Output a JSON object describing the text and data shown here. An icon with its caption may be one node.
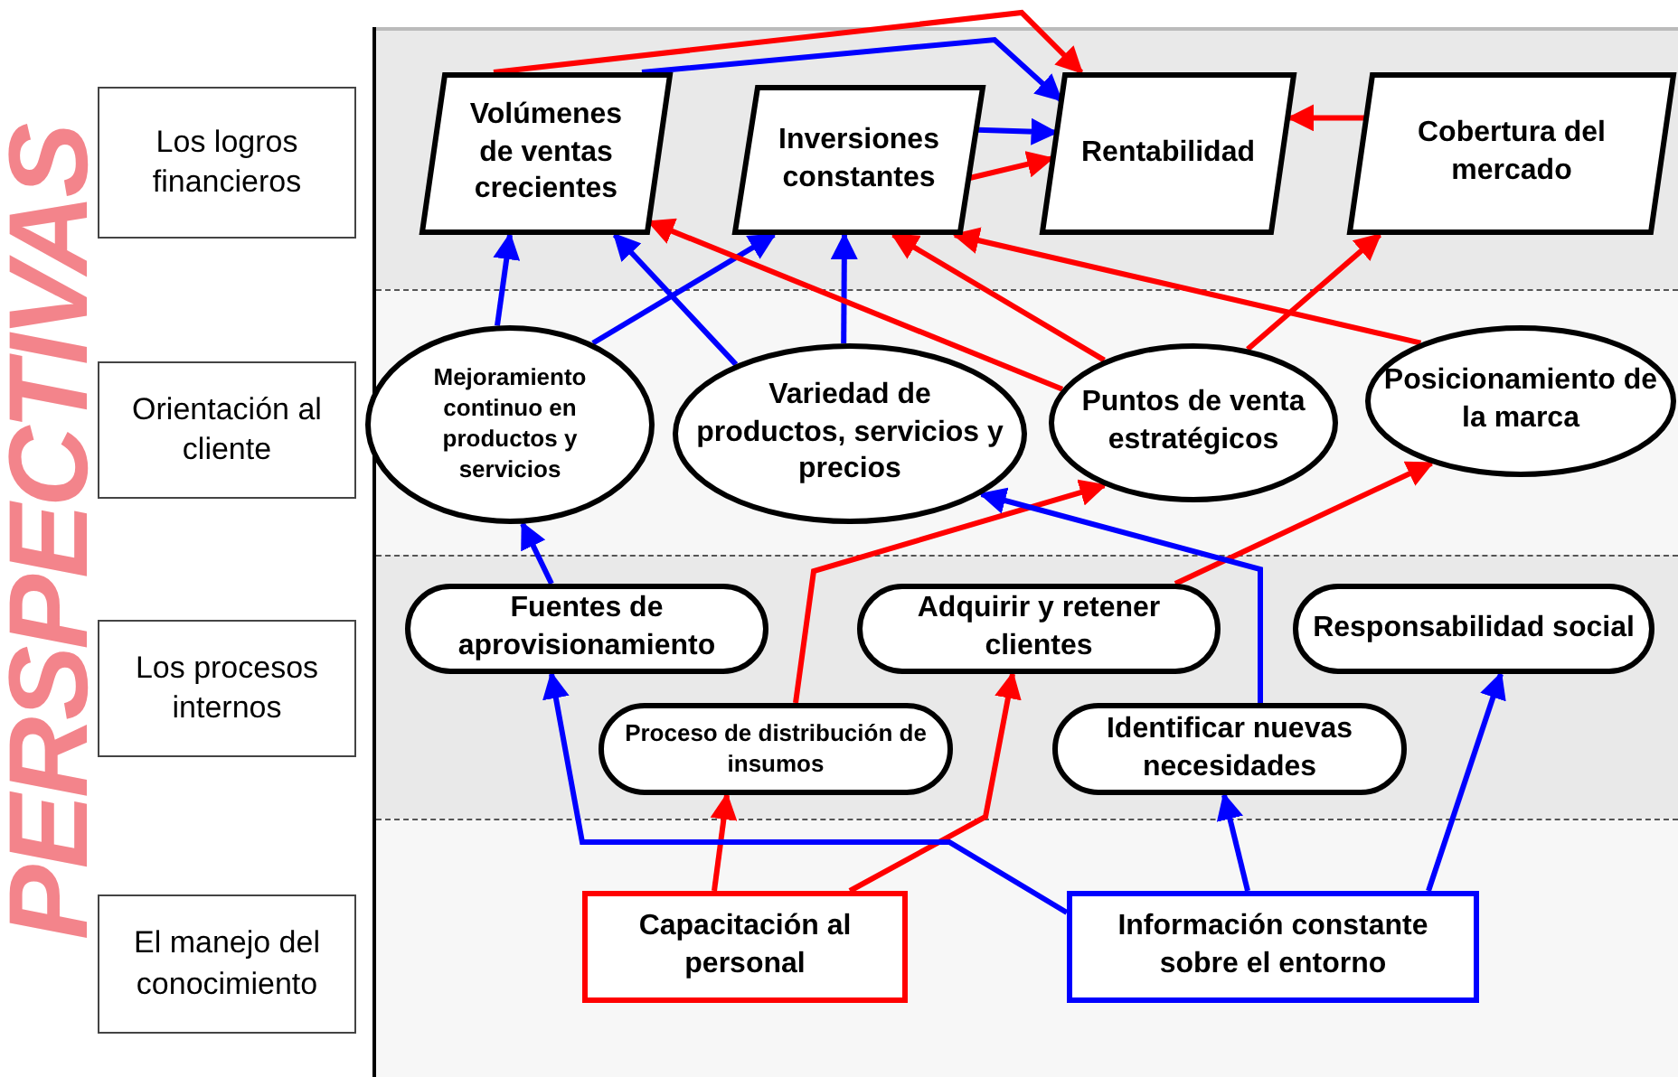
{
  "diagram": {
    "nodes": [
      {
        "text": [
          "Los logros financieros"
        ]
      },
      {
        "text": [
          "Orientación al cliente"
        ]
      },
      {
        "text": [
          "Los procesos internos"
        ]
      },
      {
        "text": [
          "El manejo del conocimiento"
        ]
      },
      {
        "text": [
          "Volúmenes de ventas crecientes"
        ]
      },
      {
        "text": [
          "Inversiones constantes"
        ]
      },
      {
        "text": [
          "Rentabilidad"
        ]
      },
      {
        "text": [
          "Cobertura del mercado"
        ]
      },
      {
        "text": [
          "Mejoramiento continuo en productos y servicios"
        ]
      },
      {
        "text": [
          "Variedad de productos, servicios y precios"
        ]
      },
      {
        "text": [
          "Puntos de venta estratégicos"
        ]
      },
      {
        "text": [
          "Posicionamiento de la marca"
        ]
      },
      {
        "text": [
          "Fuentes de aprovisionamiento"
        ]
      },
      {
        "text": [
          "Adquirir y retener clientes"
        ]
      },
      {
        "text": [
          "Responsabilidad social"
        ]
      },
      {
        "text": [
          "Proceso de distribución de insumos"
        ]
      },
      {
        "text": [
          "Identificar nuevas necesidades"
        ]
      },
      {
        "text": [
          "Capacitación al personal"
        ]
      },
      {
        "text": [
          "Información constante sobre el entorno"
        ]
      }
    ],
    "edges": [
      {
        "from": 4,
        "to": 6,
        "arrow": "to",
        "color": "#ff0000"
      },
      {
        "from": 4,
        "to": 6,
        "arrow": "to",
        "color": "#0000ff"
      },
      {
        "from": 5,
        "to": 6,
        "arrow": "to",
        "color": "#0000ff"
      },
      {
        "from": 5,
        "to": 6,
        "arrow": "to",
        "color": "#ff0000"
      },
      {
        "from": 7,
        "to": 6,
        "arrow": "to",
        "color": "#ff0000"
      },
      {
        "from": 8,
        "to": 4,
        "arrow": "to",
        "color": "#0000ff"
      },
      {
        "from": 9,
        "to": 4,
        "arrow": "to",
        "color": "#0000ff"
      },
      {
        "from": 8,
        "to": 5,
        "arrow": "to",
        "color": "#0000ff"
      },
      {
        "from": 9,
        "to": 5,
        "arrow": "to",
        "color": "#0000ff"
      },
      {
        "from": 10,
        "to": 4,
        "arrow": "to",
        "color": "#ff0000"
      },
      {
        "from": 10,
        "to": 5,
        "arrow": "to",
        "color": "#ff0000"
      },
      {
        "from": 11,
        "to": 5,
        "arrow": "to",
        "color": "#ff0000"
      },
      {
        "from": 10,
        "to": 7,
        "arrow": "to",
        "color": "#ff0000"
      },
      {
        "from": 12,
        "to": 8,
        "arrow": "to",
        "color": "#0000ff"
      },
      {
        "from": 15,
        "to": 10,
        "arrow": "to",
        "color": "#ff0000"
      },
      {
        "from": 13,
        "to": 11,
        "arrow": "to",
        "color": "#ff0000"
      },
      {
        "from": 16,
        "to": 9,
        "arrow": "to",
        "color": "#0000ff"
      },
      {
        "from": 17,
        "to": 15,
        "arrow": "to",
        "color": "#ff0000"
      },
      {
        "from": 17,
        "to": 13,
        "arrow": "to",
        "color": "#ff0000"
      },
      {
        "from": 18,
        "to": 12,
        "arrow": "to",
        "color": "#0000ff"
      },
      {
        "from": 18,
        "to": 16,
        "arrow": "to",
        "color": "#0000ff"
      },
      {
        "from": 18,
        "to": 14,
        "arrow": "to",
        "color": "#0000ff"
      }
    ],
    "labels": [
      "PERSPECTIVAS"
    ]
  }
}
